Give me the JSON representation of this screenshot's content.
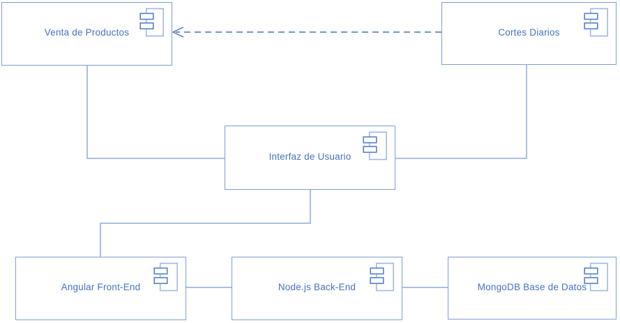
{
  "diagram": {
    "type": "uml-component-diagram",
    "title": "",
    "nodes": [
      {
        "id": "venta",
        "label": "Venta de Productos"
      },
      {
        "id": "cortes",
        "label": "Cortes Diarios"
      },
      {
        "id": "interfaz",
        "label": "Interfaz de Usuario"
      },
      {
        "id": "angular",
        "label": "Angular Front-End"
      },
      {
        "id": "nodejs",
        "label": "Node.js Back-End"
      },
      {
        "id": "mongo",
        "label": "MongoDB Base de Datos"
      }
    ],
    "edges": [
      {
        "from": "cortes",
        "to": "venta",
        "style": "dashed",
        "arrowhead": "open",
        "meaning": "dependency"
      },
      {
        "from": "venta",
        "to": "interfaz",
        "style": "solid",
        "arrowhead": "none"
      },
      {
        "from": "cortes",
        "to": "interfaz",
        "style": "solid",
        "arrowhead": "none"
      },
      {
        "from": "interfaz",
        "to": "angular",
        "style": "solid",
        "arrowhead": "none"
      },
      {
        "from": "angular",
        "to": "nodejs",
        "style": "solid",
        "arrowhead": "none"
      },
      {
        "from": "nodejs",
        "to": "mongo",
        "style": "solid",
        "arrowhead": "none"
      }
    ],
    "icon": "uml-component-icon",
    "colors": {
      "node_border": "#7f9dd4",
      "node_fill": "#ffffff",
      "label": "#4472c4",
      "connector": "#8faadc",
      "arrow": "#4472c4",
      "icon_body": "#9fb5e2",
      "icon_tab": "#4e7ec9",
      "icon_tab_fill": "#ffffff",
      "canvas_bg": "#ffffff"
    }
  }
}
